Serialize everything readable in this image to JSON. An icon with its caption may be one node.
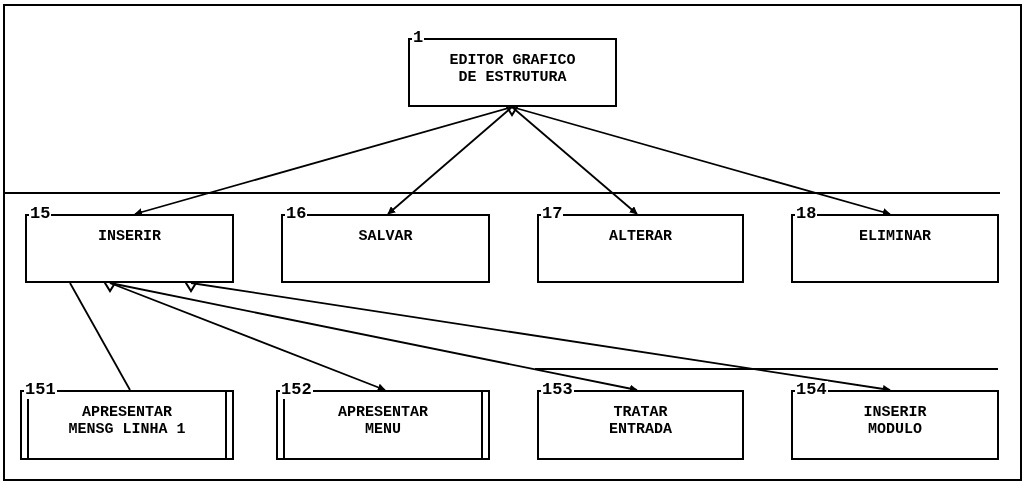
{
  "diagram": {
    "nodes": [
      {
        "text": [
          "1",
          "EDITOR GRAFICO DE ESTRUTURA"
        ]
      },
      {
        "text": [
          "15",
          "INSERIR"
        ]
      },
      {
        "text": [
          "16",
          "SALVAR"
        ]
      },
      {
        "text": [
          "17",
          "ALTERAR"
        ]
      },
      {
        "text": [
          "18",
          "ELIMINAR"
        ]
      },
      {
        "text": [
          "151",
          "APRESENTAR MENSG LINHA 1"
        ]
      },
      {
        "text": [
          "152",
          "APRESENTAR MENU"
        ]
      },
      {
        "text": [
          "153",
          "TRATAR ENTRADA"
        ]
      },
      {
        "text": [
          "154",
          "INSERIR MODULO"
        ]
      }
    ],
    "edges": [
      {
        "from": 0,
        "to": 1,
        "arrow": "to"
      },
      {
        "from": 0,
        "to": 2,
        "arrow": "to"
      },
      {
        "from": 0,
        "to": 3,
        "arrow": "to"
      },
      {
        "from": 0,
        "to": 4,
        "arrow": "to"
      },
      {
        "from": 1,
        "to": 5,
        "arrow": "none"
      },
      {
        "from": 1,
        "to": 6,
        "arrow": "to"
      },
      {
        "from": 1,
        "to": 7,
        "arrow": "to"
      },
      {
        "from": 1,
        "to": 8,
        "arrow": "to"
      }
    ]
  }
}
